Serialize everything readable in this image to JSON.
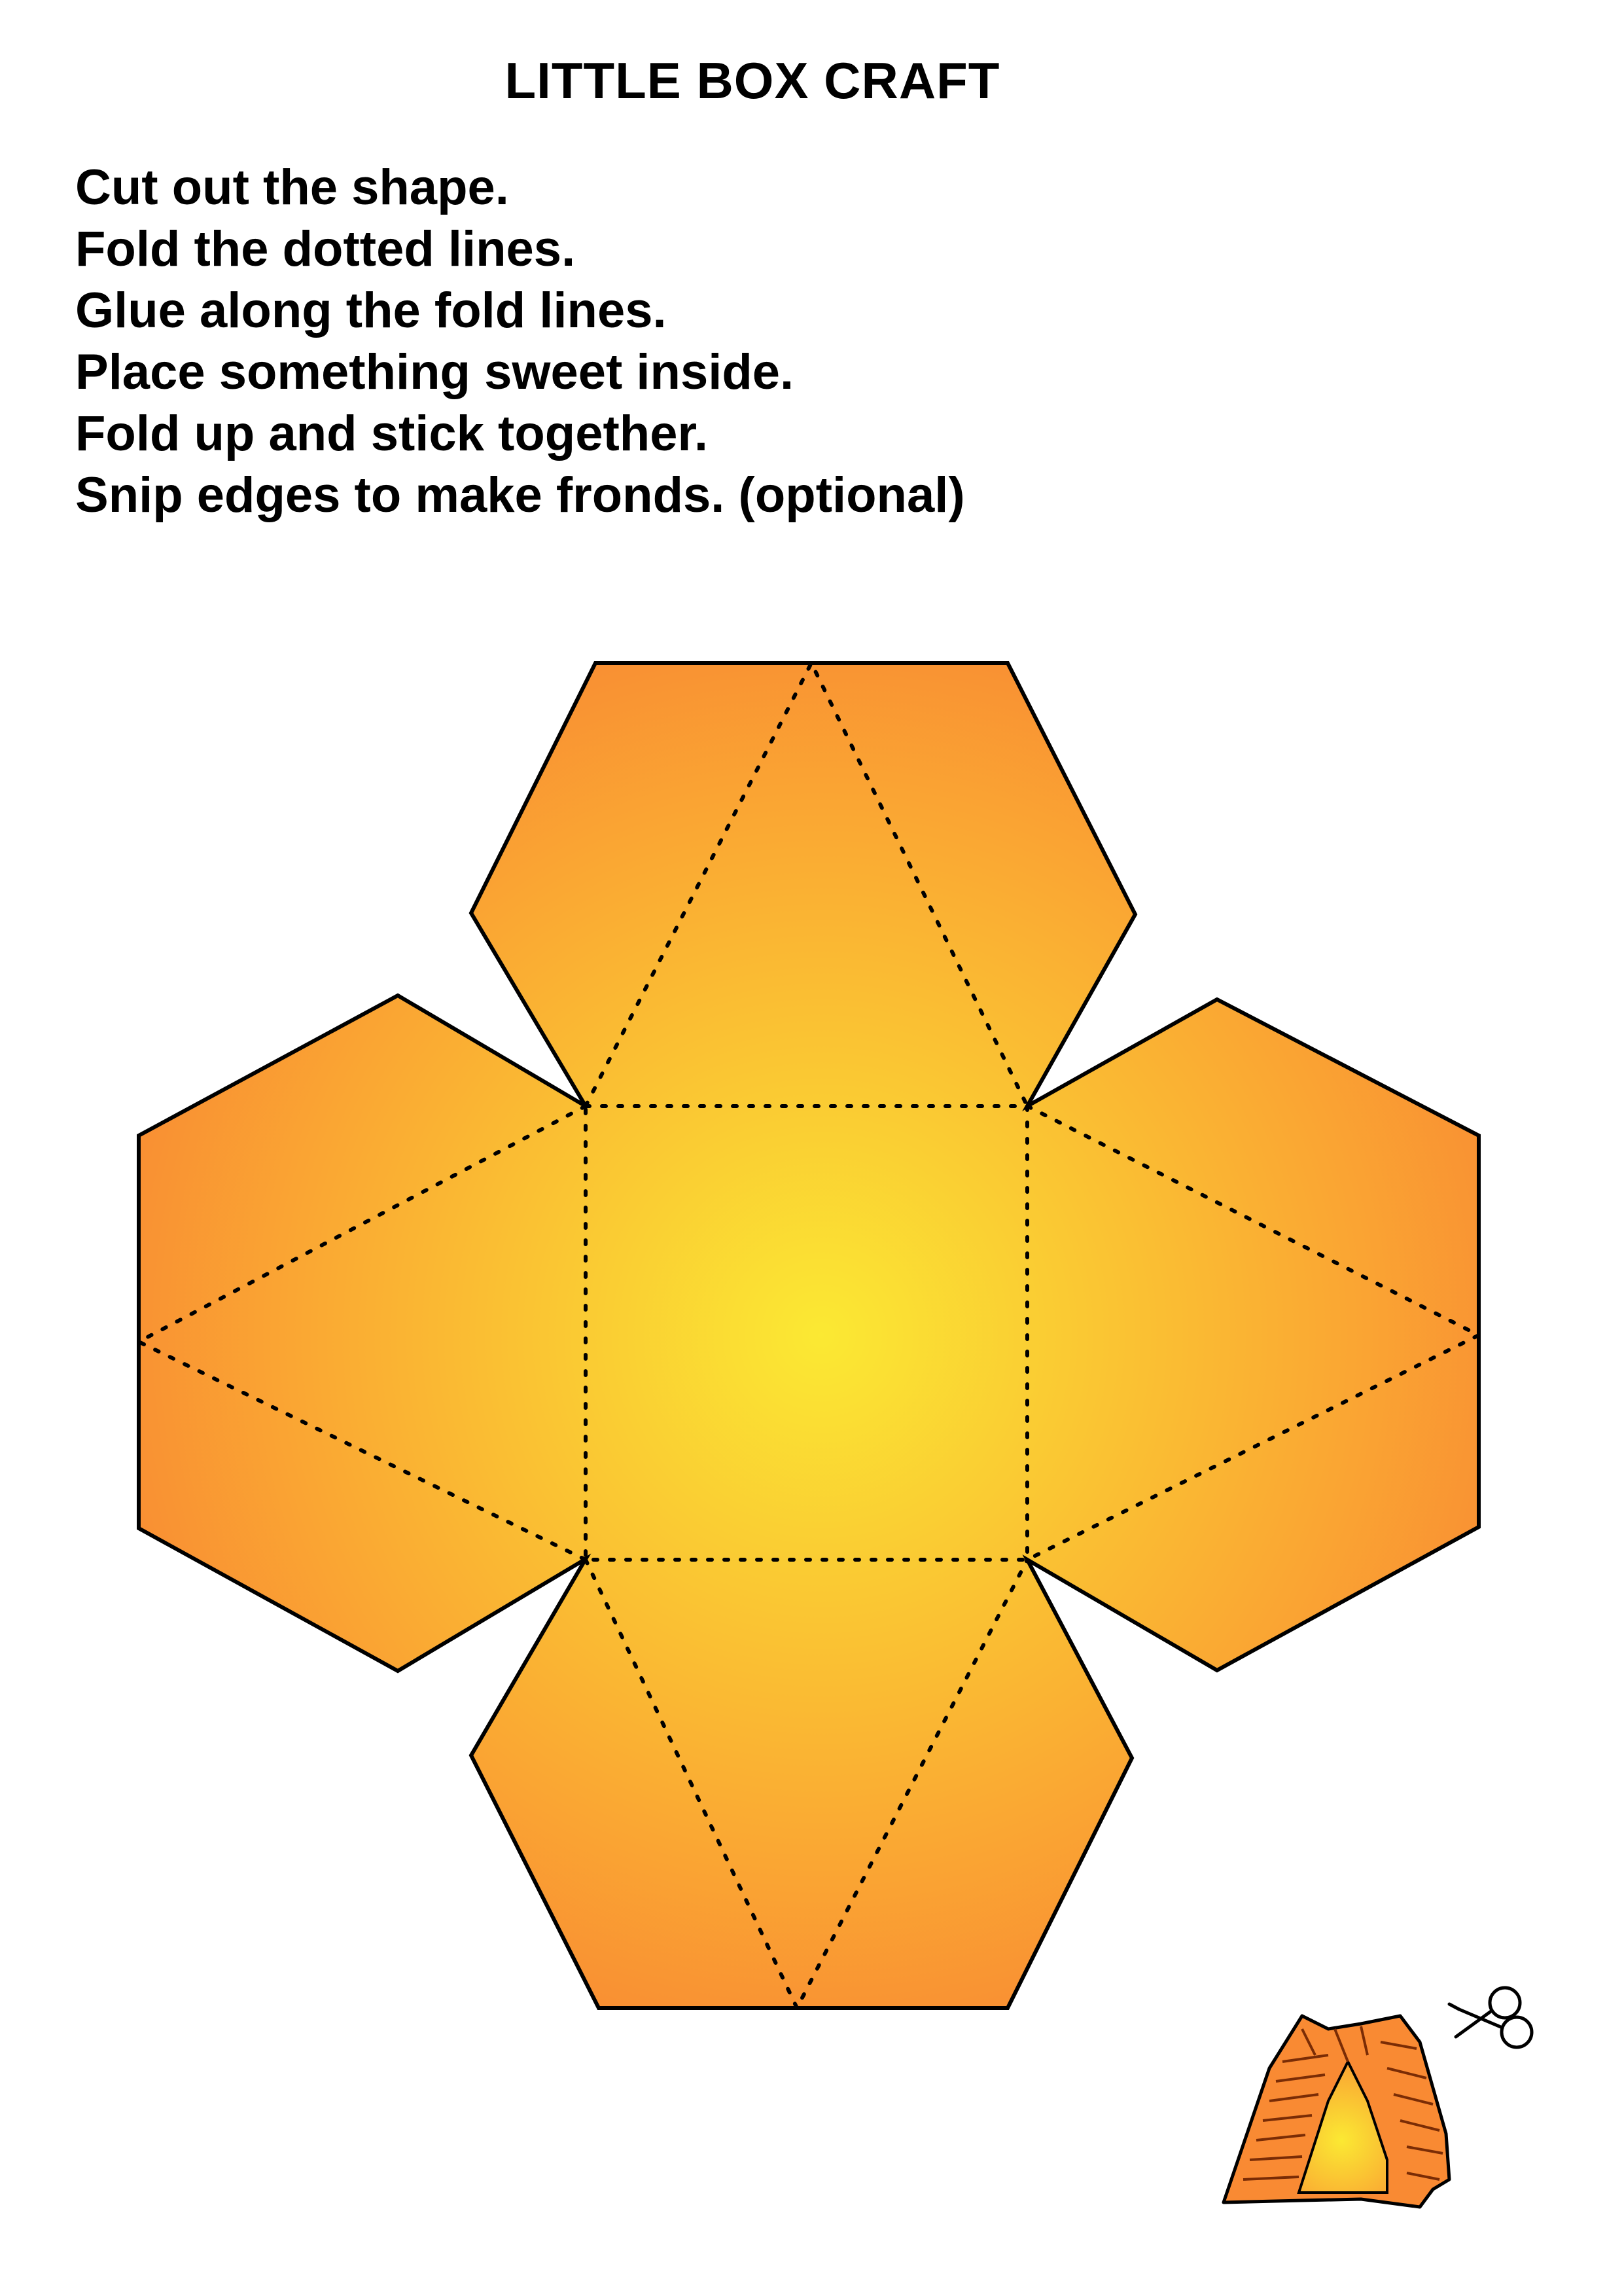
{
  "title": "LITTLE BOX CRAFT",
  "instructions": [
    "Cut out the shape.",
    "Fold the dotted lines.",
    "Glue along the fold lines.",
    "Place something sweet inside.",
    "Fold up and stick together.",
    "Snip edges to make fronds. (optional)"
  ],
  "colors": {
    "center": "#fbe933",
    "edge": "#f98a33",
    "outline": "#000000",
    "fold_line": "#000000"
  },
  "icons": [
    "box-net-template",
    "finished-box-illustration",
    "scissors-icon"
  ]
}
